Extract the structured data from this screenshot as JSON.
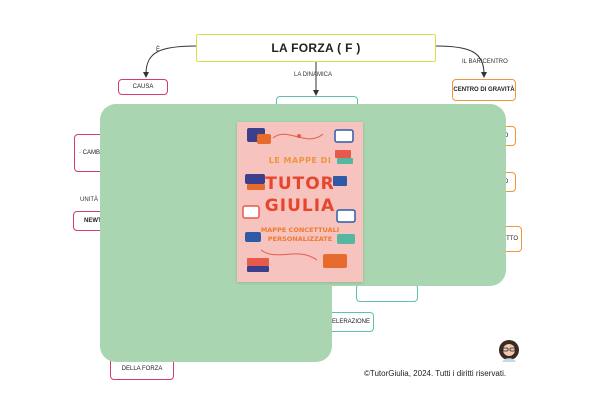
{
  "title": "LA FORZA ( F )",
  "links": {
    "left": "È",
    "center": "LA DINAMICA",
    "right": "IL BARICENTRO",
    "right_or": "O",
    "unit": "UNITÀ D"
  },
  "nodes": {
    "causa": "CAUSA",
    "centro": "CENTRO DI GRAVITÀ",
    "cambia": "· CAMBIA",
    "newt": "NEWT",
    "accelerazione": "ACCELERAZIONE",
    "della_forza": "DELLA FORZA",
    "right_frag_1": "O",
    "right_frag_2": "TTO",
    "right_frag_3": "O"
  },
  "poster": {
    "line1": "LE MAPPE DI",
    "line2": "TUTOR",
    "line3": "GIULIA",
    "line4": "MAPPE CONCETTUALI",
    "line5": "PERSONALIZZATE"
  },
  "copyright": "©TutorGiulia, 2024. Tutti i diritti riservati.",
  "colors": {
    "accent_pink": "#d23c6f",
    "accent_teal": "#5fbfb0",
    "accent_orange": "#f0953a",
    "overlay": "#a9d5b0"
  }
}
